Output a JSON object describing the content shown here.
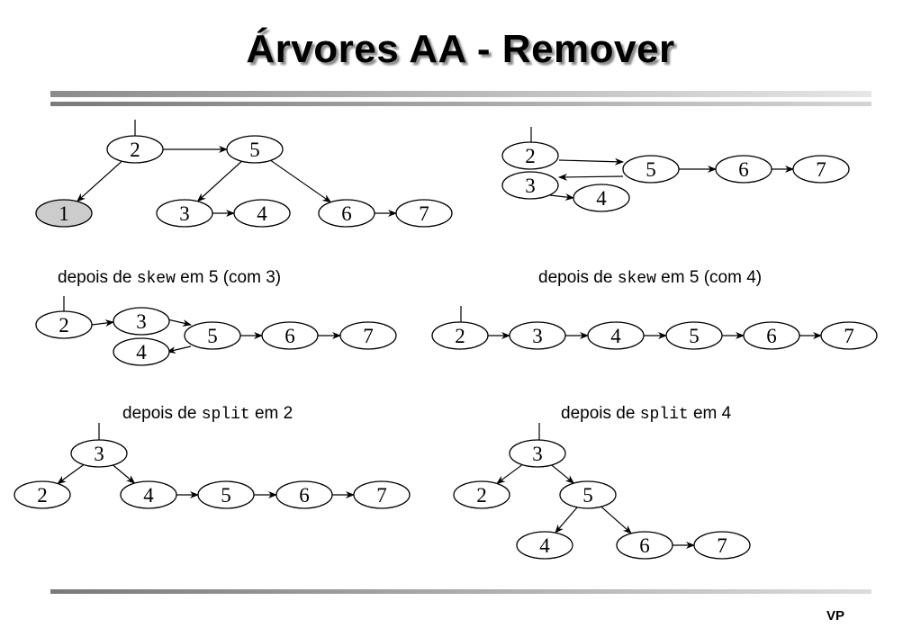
{
  "title": "Árvores  AA - Remover",
  "footer": "VP",
  "captions": [
    {
      "pre": "depois de ",
      "code": "skew",
      "post": " em 5 (com 3)"
    },
    {
      "pre": "depois de ",
      "code": "skew",
      "post": " em 5 (com 4)"
    },
    {
      "pre": "depois de ",
      "code": "split",
      "post": " em 2"
    },
    {
      "pre": "depois de ",
      "code": "split",
      "post": " em 4"
    }
  ],
  "colors": {
    "highlight_node": "#cccccc",
    "node_fill": "#ffffff",
    "stroke": "#000000"
  },
  "diagrams": [
    {
      "nodes": [
        {
          "id": "a2",
          "label": "2"
        },
        {
          "id": "a5",
          "label": "5"
        },
        {
          "id": "a1",
          "label": "1",
          "highlight": true
        },
        {
          "id": "a3",
          "label": "3"
        },
        {
          "id": "a4",
          "label": "4"
        },
        {
          "id": "a6",
          "label": "6"
        },
        {
          "id": "a7",
          "label": "7"
        }
      ],
      "edges": [
        [
          "a2",
          "a5"
        ],
        [
          "a2",
          "a1"
        ],
        [
          "a5",
          "a3"
        ],
        [
          "a3",
          "a4"
        ],
        [
          "a5",
          "a6"
        ],
        [
          "a6",
          "a7"
        ]
      ]
    },
    {
      "nodes": [
        {
          "id": "b2",
          "label": "2"
        },
        {
          "id": "b3",
          "label": "3"
        },
        {
          "id": "b5",
          "label": "5"
        },
        {
          "id": "b4",
          "label": "4"
        },
        {
          "id": "b6",
          "label": "6"
        },
        {
          "id": "b7",
          "label": "7"
        }
      ],
      "edges": [
        [
          "b2",
          "b5"
        ],
        [
          "b5",
          "b3"
        ],
        [
          "b3",
          "b4"
        ],
        [
          "b5",
          "b6"
        ],
        [
          "b6",
          "b7"
        ]
      ]
    },
    {
      "nodes": [
        {
          "id": "c2",
          "label": "2"
        },
        {
          "id": "c3",
          "label": "3"
        },
        {
          "id": "c4",
          "label": "4"
        },
        {
          "id": "c5",
          "label": "5"
        },
        {
          "id": "c6",
          "label": "6"
        },
        {
          "id": "c7",
          "label": "7"
        }
      ],
      "edges": [
        [
          "c2",
          "c3"
        ],
        [
          "c3",
          "c5"
        ],
        [
          "c5",
          "c4"
        ],
        [
          "c5",
          "c6"
        ],
        [
          "c6",
          "c7"
        ]
      ]
    },
    {
      "nodes": [
        {
          "id": "d2",
          "label": "2"
        },
        {
          "id": "d3",
          "label": "3"
        },
        {
          "id": "d4",
          "label": "4"
        },
        {
          "id": "d5",
          "label": "5"
        },
        {
          "id": "d6",
          "label": "6"
        },
        {
          "id": "d7",
          "label": "7"
        }
      ],
      "edges": [
        [
          "d2",
          "d3"
        ],
        [
          "d3",
          "d4"
        ],
        [
          "d4",
          "d5"
        ],
        [
          "d5",
          "d6"
        ],
        [
          "d6",
          "d7"
        ]
      ]
    },
    {
      "nodes": [
        {
          "id": "e3",
          "label": "3"
        },
        {
          "id": "e2",
          "label": "2"
        },
        {
          "id": "e4",
          "label": "4"
        },
        {
          "id": "e5",
          "label": "5"
        },
        {
          "id": "e6",
          "label": "6"
        },
        {
          "id": "e7",
          "label": "7"
        }
      ],
      "edges": [
        [
          "e3",
          "e2"
        ],
        [
          "e3",
          "e4"
        ],
        [
          "e4",
          "e5"
        ],
        [
          "e5",
          "e6"
        ],
        [
          "e6",
          "e7"
        ]
      ]
    },
    {
      "nodes": [
        {
          "id": "f3",
          "label": "3"
        },
        {
          "id": "f2",
          "label": "2"
        },
        {
          "id": "f5",
          "label": "5"
        },
        {
          "id": "f4",
          "label": "4"
        },
        {
          "id": "f6",
          "label": "6"
        },
        {
          "id": "f7",
          "label": "7"
        }
      ],
      "edges": [
        [
          "f3",
          "f2"
        ],
        [
          "f3",
          "f5"
        ],
        [
          "f5",
          "f4"
        ],
        [
          "f5",
          "f6"
        ],
        [
          "f6",
          "f7"
        ]
      ]
    }
  ]
}
